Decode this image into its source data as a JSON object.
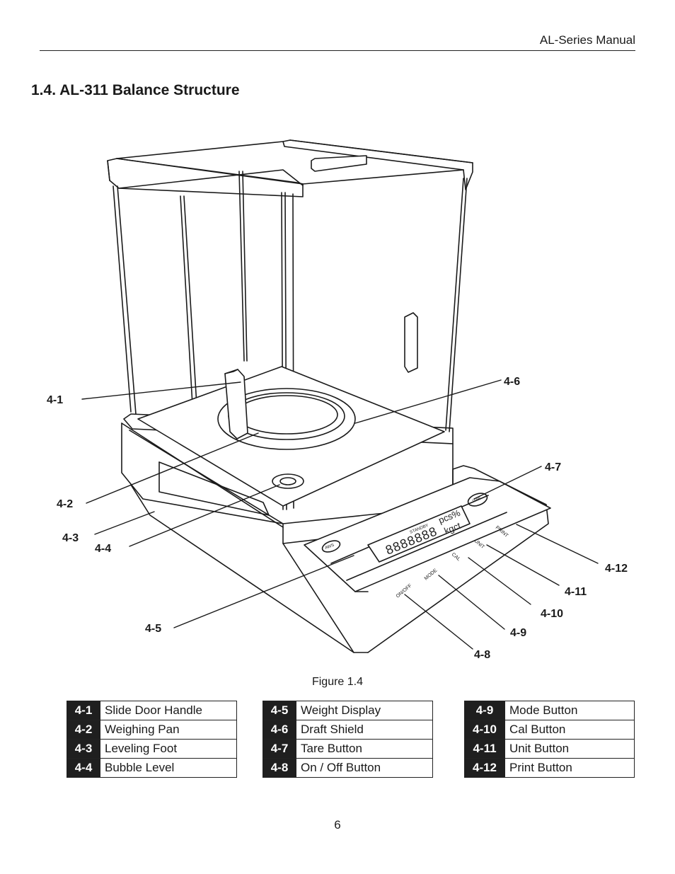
{
  "header": {
    "title": "AL-Series Manual"
  },
  "section": {
    "title": "1.4.  AL-311 Balance Structure"
  },
  "figure": {
    "caption": "Figure 1.4",
    "callouts": [
      "4-1",
      "4-2",
      "4-3",
      "4-4",
      "4-5",
      "4-6",
      "4-7",
      "4-8",
      "4-9",
      "4-10",
      "4-11",
      "4-12"
    ],
    "panel": {
      "brand": "AWS",
      "standby": "STANDBY",
      "readout": "8888888",
      "unit_top": "pcs%",
      "unit_bottom": "kgct",
      "tare": "TARE",
      "buttons": [
        "ON/OFF",
        "MODE",
        "CAL",
        "UNIT",
        "PRINT"
      ]
    }
  },
  "legend": [
    [
      {
        "key": "4-1",
        "label": "Slide Door Handle"
      },
      {
        "key": "4-2",
        "label": "Weighing Pan"
      },
      {
        "key": "4-3",
        "label": "Leveling Foot"
      },
      {
        "key": "4-4",
        "label": "Bubble Level"
      }
    ],
    [
      {
        "key": "4-5",
        "label": "Weight Display"
      },
      {
        "key": "4-6",
        "label": "Draft Shield"
      },
      {
        "key": "4-7",
        "label": "Tare Button"
      },
      {
        "key": "4-8",
        "label": "On / Off Button"
      }
    ],
    [
      {
        "key": "4-9",
        "label": "Mode Button"
      },
      {
        "key": "4-10",
        "label": "Cal Button"
      },
      {
        "key": "4-11",
        "label": "Unit Button"
      },
      {
        "key": "4-12",
        "label": "Print Button"
      }
    ]
  ],
  "page_number": "6"
}
